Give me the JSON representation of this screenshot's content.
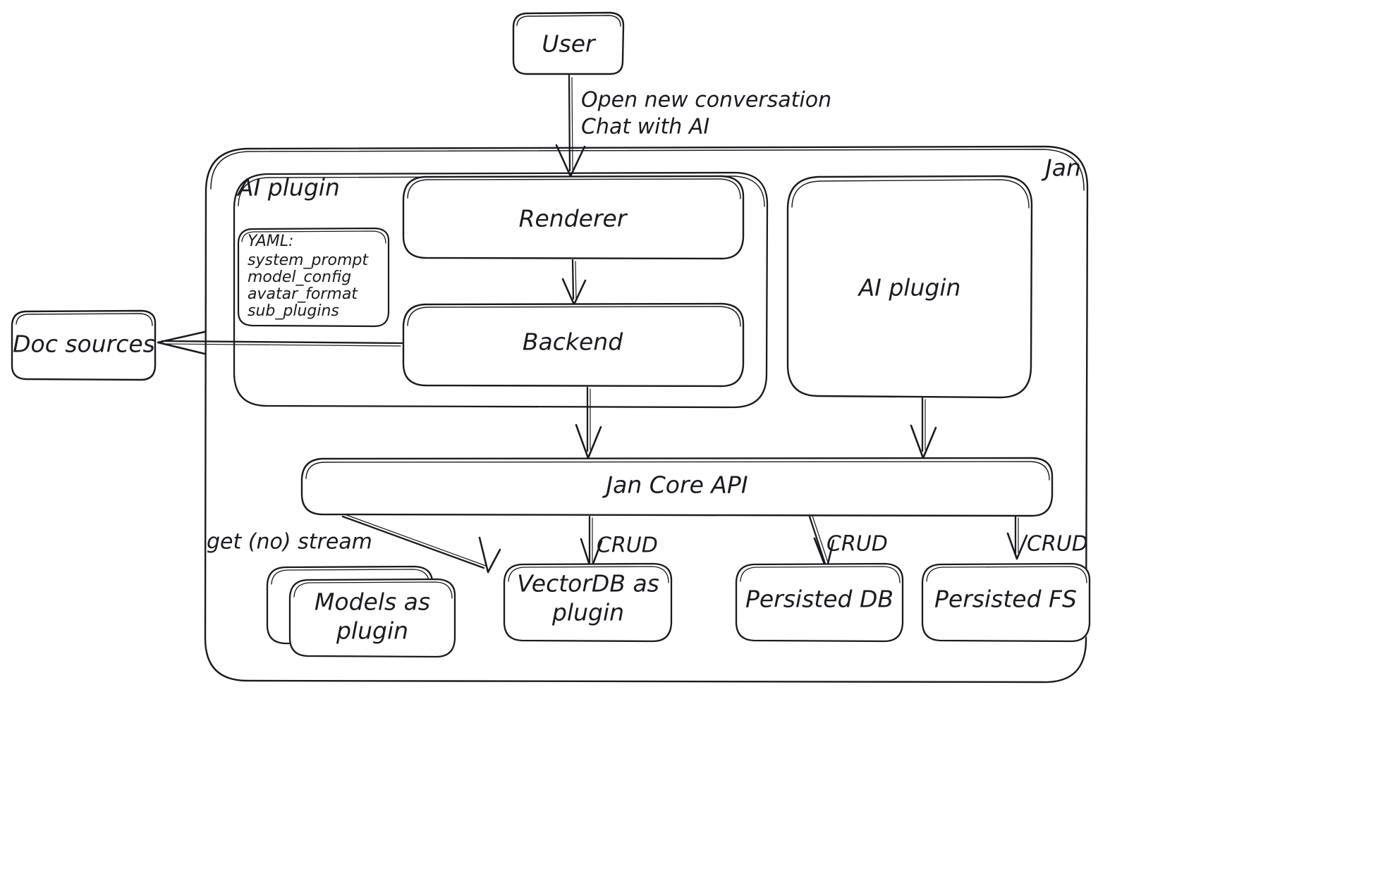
{
  "diagram": {
    "title": "Jan application architecture",
    "style": "hand-drawn whiteboard sketch",
    "stroke_color": "#1b1b1f",
    "background_color": "#ffffff"
  },
  "containers": {
    "jan": {
      "label": "Jan"
    },
    "ai_plugin_group": {
      "label": "AI plugin"
    }
  },
  "nodes": {
    "user": {
      "label": "User"
    },
    "renderer": {
      "label": "Renderer"
    },
    "backend": {
      "label": "Backend"
    },
    "ai_plugin_right": {
      "label": "AI plugin"
    },
    "doc_sources": {
      "label": "Doc sources"
    },
    "jan_core_api": {
      "label": "Jan Core API"
    },
    "models": {
      "label_line1": "Models as",
      "label_line2": "plugin"
    },
    "vectordb": {
      "label_line1": "VectorDB as",
      "label_line2": "plugin"
    },
    "persisted_db": {
      "label": "Persisted DB"
    },
    "persisted_fs": {
      "label": "Persisted FS"
    }
  },
  "yaml_note": {
    "heading": "YAML:",
    "keys": [
      "system_prompt",
      "model_config",
      "avatar_format",
      "sub_plugins"
    ]
  },
  "edge_labels": {
    "user_to_renderer_line1": "Open new conversation",
    "user_to_renderer_line2": "Chat with AI",
    "core_to_models": "get (no) stream",
    "core_to_vectordb": "CRUD",
    "core_to_persisted_db": "CRUD",
    "core_to_persisted_fs": "CRUD"
  }
}
